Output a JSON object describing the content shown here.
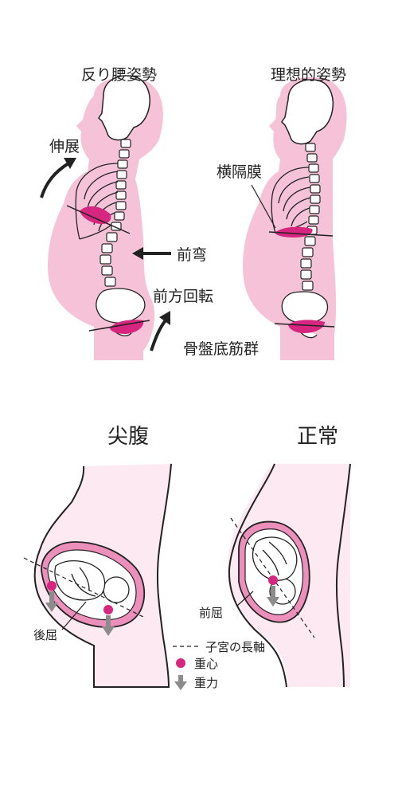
{
  "top": {
    "left_title": "反り腰姿勢",
    "right_title": "理想的姿勢",
    "extension": "伸展",
    "lordosis": "前弯",
    "anterior_rotation": "前方回転",
    "diaphragm": "横隔膜",
    "pelvic_floor": "骨盤底筋群"
  },
  "bottom": {
    "left_title": "尖腹",
    "right_title": "正常",
    "retroflexion": "後屈",
    "anteflexion": "前屈"
  },
  "legend": {
    "uterus_axis": "子宮の長軸",
    "center_of_gravity": "重心",
    "gravity": "重力"
  },
  "colors": {
    "body_pink": "#f6c2d8",
    "magenta": "#d6267f",
    "uterus_pink": "#ec8fba",
    "belly_light": "#fde9f2",
    "arrow_gray": "#8c8c8c"
  }
}
